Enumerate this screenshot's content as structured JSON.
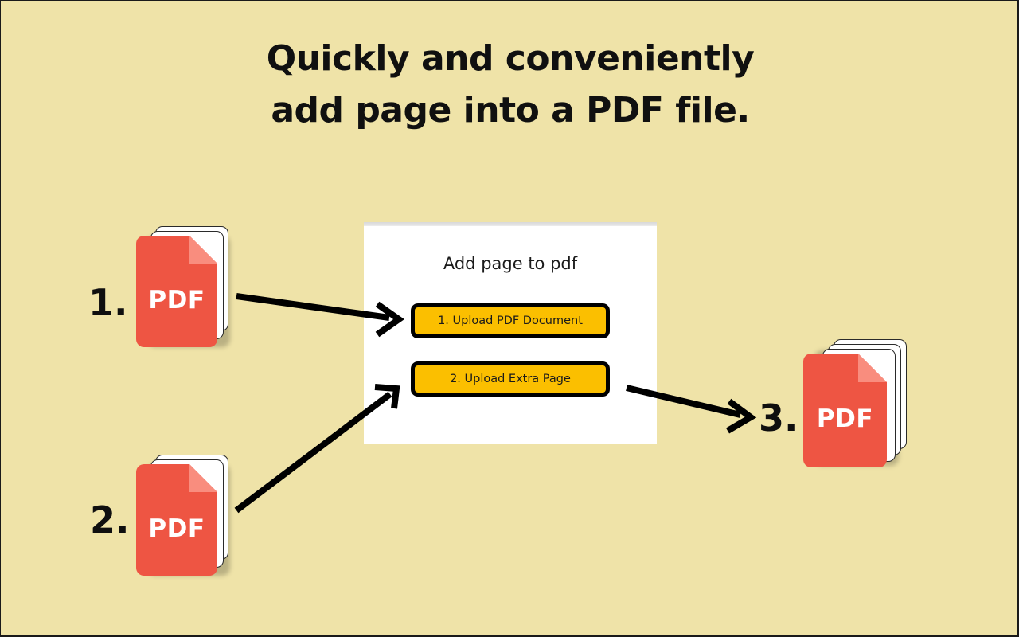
{
  "page": {
    "background_color": "#efe3a8",
    "border_color": "#1a1a1a"
  },
  "headline": {
    "line1": "Quickly and conveniently",
    "line2": "add page into a PDF file."
  },
  "app_panel": {
    "title": "Add page to pdf",
    "background_color": "#ffffff",
    "button_color": "#fbbf00",
    "buttons": [
      {
        "label": "1. Upload PDF Document",
        "name": "upload-pdf-document-button"
      },
      {
        "label": "2. Upload Extra Page",
        "name": "upload-extra-page-button"
      }
    ]
  },
  "steps": [
    {
      "number": "1.",
      "caption": "PDF"
    },
    {
      "number": "2.",
      "caption": "PDF"
    },
    {
      "number": "3.",
      "caption": "PDF"
    }
  ],
  "pdf_icons": {
    "label": "PDF",
    "body_color": "#ee5543",
    "fold_color": "#f98d7e",
    "sheet_color": "#ffffff",
    "sheet_outline_color": "#2a2a2a",
    "input_sheet_count": 2,
    "output_sheet_count": 3
  },
  "arrows": [
    {
      "name": "arrow-pdf1-to-upload-pdf",
      "from": "PDF document 1",
      "to": "1. Upload PDF Document"
    },
    {
      "name": "arrow-pdf2-to-upload-extra",
      "from": "PDF document 2",
      "to": "2. Upload Extra Page"
    },
    {
      "name": "arrow-panel-to-result",
      "from": "Add page to pdf panel",
      "to": "merged PDF result"
    }
  ],
  "icon_names": {
    "pdf_file": "pdf-file-icon",
    "arrow": "arrow-icon"
  }
}
